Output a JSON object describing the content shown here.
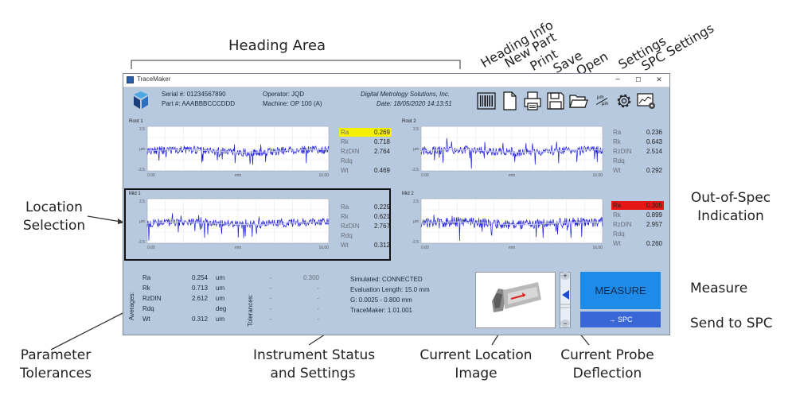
{
  "annotations": {
    "heading_area": "Heading Area",
    "heading_info": "Heading Info",
    "new_part": "New Part",
    "print": "Print",
    "save": "Save",
    "open": "Open",
    "settings": "Settings",
    "spc_settings": "SPC Settings",
    "location_selection": [
      "Location",
      "Selection"
    ],
    "out_of_spec": [
      "Out-of-Spec",
      "Indication"
    ],
    "measure": "Measure",
    "send_to_spc": "Send to SPC",
    "parameter_tolerances": [
      "Parameter",
      "Tolerances"
    ],
    "instrument_status": [
      "Instrument Status",
      "and Settings"
    ],
    "current_location_image": [
      "Current Location",
      "Image"
    ],
    "current_probe_deflection": [
      "Current Probe",
      "Deflection"
    ]
  },
  "window": {
    "title": "TraceMaker",
    "controls": [
      "–",
      "☐",
      "✕"
    ]
  },
  "header": {
    "serial": "Serial #: 01234567890",
    "part": "Part #: AAABBBCCCDDD",
    "operator": "Operator: JQD",
    "machine": "Machine: OP 100 (A)",
    "company": "Digital Metrology Solutions, Inc.",
    "date": "Date: 18/05/2020  14:13:51"
  },
  "toolbar_icons": [
    "barcode-icon",
    "new-document-icon",
    "print-icon",
    "save-icon",
    "open-folder-icon",
    "units-icon",
    "gear-icon",
    "spc-settings-icon"
  ],
  "units_icon_text": [
    "µm",
    "µin"
  ],
  "plot_axis": {
    "ymax": "2.5",
    "ymid": "µm",
    "ymin": "-2.5",
    "xmin": "0.00",
    "xmid": "mm",
    "xmax": "16.00"
  },
  "locations": [
    {
      "name": "Root 1",
      "params": [
        {
          "n": "Ra",
          "v": "0.269",
          "flag": "yellow"
        },
        {
          "n": "Rk",
          "v": "0.718"
        },
        {
          "n": "RzDIN",
          "v": "2.764"
        },
        {
          "n": "Rdq",
          "v": ""
        },
        {
          "n": "Wt",
          "v": "0.469"
        }
      ]
    },
    {
      "name": "Root 2",
      "params": [
        {
          "n": "Ra",
          "v": "0.236"
        },
        {
          "n": "Rk",
          "v": "0.643"
        },
        {
          "n": "RzDIN",
          "v": "2.514"
        },
        {
          "n": "Rdq",
          "v": ""
        },
        {
          "n": "Wt",
          "v": "0.292"
        }
      ]
    },
    {
      "name": "Mid 1",
      "params": [
        {
          "n": "Ra",
          "v": "0.229"
        },
        {
          "n": "Rk",
          "v": "0.621"
        },
        {
          "n": "RzDIN",
          "v": "2.767"
        },
        {
          "n": "Rdq",
          "v": ""
        },
        {
          "n": "Wt",
          "v": "0.312"
        }
      ]
    },
    {
      "name": "Mid 2",
      "params": [
        {
          "n": "Ra",
          "v": "0.305",
          "flag": "red"
        },
        {
          "n": "Rk",
          "v": "0.899"
        },
        {
          "n": "RzDIN",
          "v": "2.957"
        },
        {
          "n": "Rdq",
          "v": ""
        },
        {
          "n": "Wt",
          "v": "0.260"
        }
      ]
    }
  ],
  "averages": {
    "label": "Averages:",
    "rows": [
      {
        "n": "Ra",
        "v": "0.254",
        "u": "um"
      },
      {
        "n": "Rk",
        "v": "0.713",
        "u": "um"
      },
      {
        "n": "RzDIN",
        "v": "2.612",
        "u": "um"
      },
      {
        "n": "Rdq",
        "v": "",
        "u": "deg"
      },
      {
        "n": "Wt",
        "v": "0.312",
        "u": "um"
      }
    ]
  },
  "tolerances": {
    "label": "Tolerances:",
    "rows": [
      {
        "lo": "-",
        "hi": "0.300"
      },
      {
        "lo": "-",
        "hi": "-"
      },
      {
        "lo": "-",
        "hi": "-"
      },
      {
        "lo": "-",
        "hi": "-"
      },
      {
        "lo": "-",
        "hi": "-"
      }
    ]
  },
  "status": {
    "simulated": "Simulated:   CONNECTED",
    "eval_length": "Evaluation Length:   15.0 mm",
    "g": "G: 0.0025 - 0.800 mm",
    "version": "TraceMaker: 1.01.001"
  },
  "buttons": {
    "measure": "MEASURE",
    "send_spc": "→ SPC"
  },
  "deflection": {
    "plus": "+",
    "minus": "−"
  },
  "colors": {
    "window_bg": "#b7c9df",
    "trace": "#1a1ad8",
    "trace_mean": "#c8c8e8",
    "measure": "#1f8be9",
    "spc": "#3a67d6",
    "yellow_flag": "#f6f000",
    "red_flag": "#e51616"
  }
}
